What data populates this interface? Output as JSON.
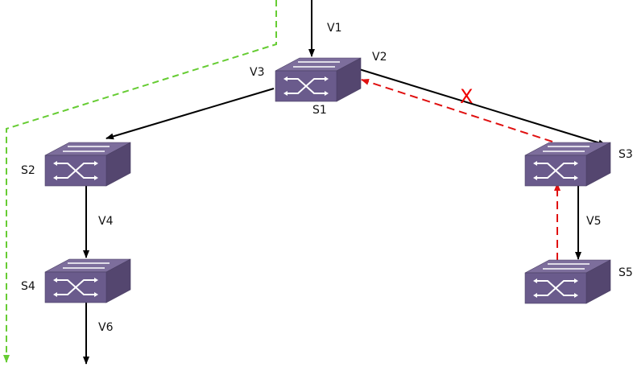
{
  "switches": [
    "S1",
    "S2",
    "S3",
    "S4",
    "S5"
  ],
  "links": [
    "V1",
    "V2",
    "V3",
    "V4",
    "V5",
    "V6"
  ],
  "blocked_marker": "X",
  "colors": {
    "switch": "#6a5b8c",
    "blocked": "#e01010",
    "alt_path": "#66cc33",
    "link": "#000000"
  }
}
